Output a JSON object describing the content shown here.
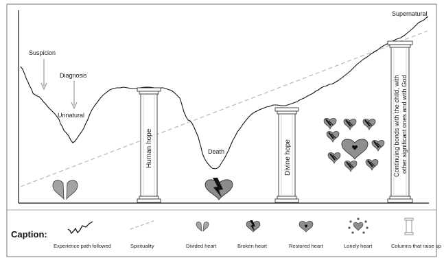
{
  "diagram": {
    "labels": {
      "suspicion": "Suspicion",
      "diagnosis": "Diagnosis",
      "unnatural": "Unnatural",
      "death": "Death",
      "supernatural": "Supernatural"
    },
    "columns": [
      {
        "id": "human",
        "label": "Human hope"
      },
      {
        "id": "divine",
        "label": "Divine hope"
      },
      {
        "id": "bonds",
        "label_line1": "Continuing bonds with the child, with",
        "label_line2": "other significant ones and with God"
      }
    ]
  },
  "caption": {
    "title": "Caption:",
    "items": [
      {
        "icon": "experience-path-icon",
        "label": "Experience path followed"
      },
      {
        "icon": "spirituality-icon",
        "label": "Spirituality"
      },
      {
        "icon": "divided-heart-icon",
        "label": "Divided heart"
      },
      {
        "icon": "broken-heart-icon",
        "label": "Broken heart"
      },
      {
        "icon": "restored-heart-icon",
        "label": "Restored heart"
      },
      {
        "icon": "lonely-heart-icon",
        "label": "Lonely heart"
      },
      {
        "icon": "column-icon",
        "label": "Columns that raise up"
      }
    ]
  },
  "colors": {
    "heart_fill": "#9a9a9a",
    "heart_dark": "#6f6f6f",
    "path": "#111111",
    "spirituality_line": "#b5b5b5"
  }
}
